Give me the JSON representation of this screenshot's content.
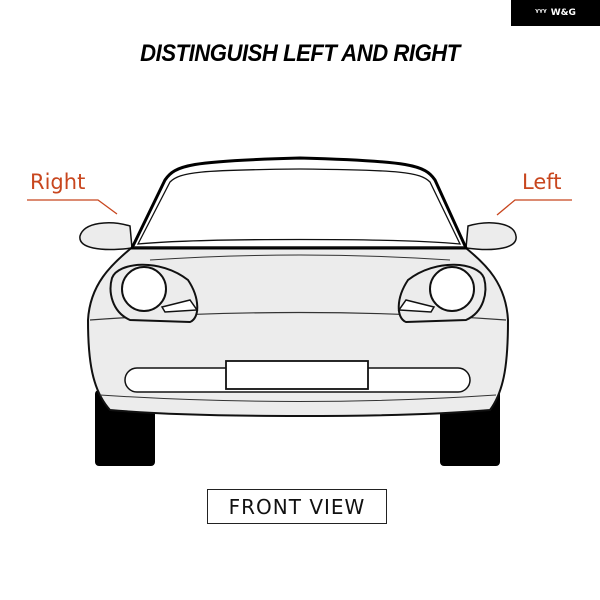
{
  "logo": {
    "icon": "wing-crown-icon",
    "text": "W&G"
  },
  "title": "DISTINGUISH LEFT AND RIGHT",
  "labels": {
    "right": "Right",
    "left": "Left"
  },
  "caption": "FRONT VIEW",
  "colors": {
    "label": "#c8461e",
    "body": "#ececec",
    "outline": "#111111"
  }
}
